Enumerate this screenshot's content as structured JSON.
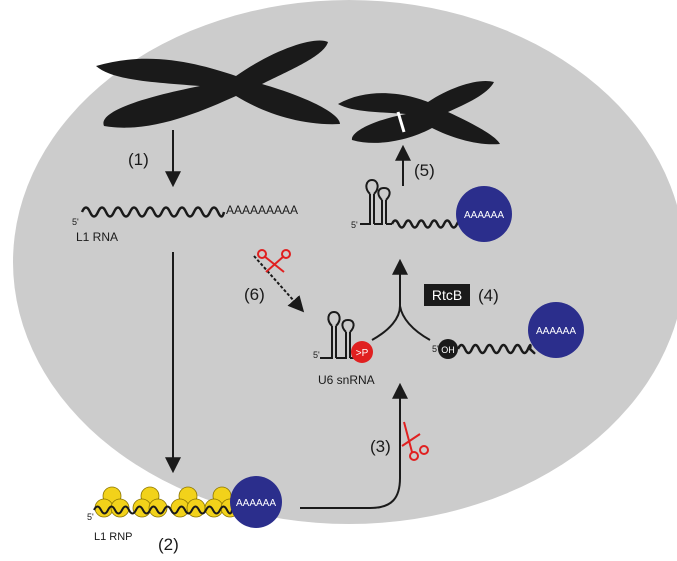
{
  "steps": {
    "s1": "(1)",
    "s2": "(2)",
    "s3": "(3)",
    "s4": "(4)",
    "s5": "(5)",
    "s6": "(6)"
  },
  "labels": {
    "five_prime": "5'",
    "polyA_tail": "AAAAAAAAA",
    "polyA_badge": "AAAAAA",
    "l1_rna": "L1 RNA",
    "l1_rnp": "L1 RNP",
    "u6_snrna": "U6 snRNA",
    "cyclic_phosphate": ">P",
    "hydroxyl": "OH",
    "rtcb": "RtcB"
  },
  "colors": {
    "cell": "#cccccc",
    "ink": "#1a1a1a",
    "polyA_circle": "#2b2e8c",
    "protein": "#f2d21a",
    "protein_stroke": "#8a7400",
    "cut_red": "#e02020",
    "rtcb_box": "#1a1a1a"
  },
  "icons": [
    "chromosome-icon",
    "broken-chromosome-icon",
    "scissors-icon",
    "hairpin-icon"
  ]
}
